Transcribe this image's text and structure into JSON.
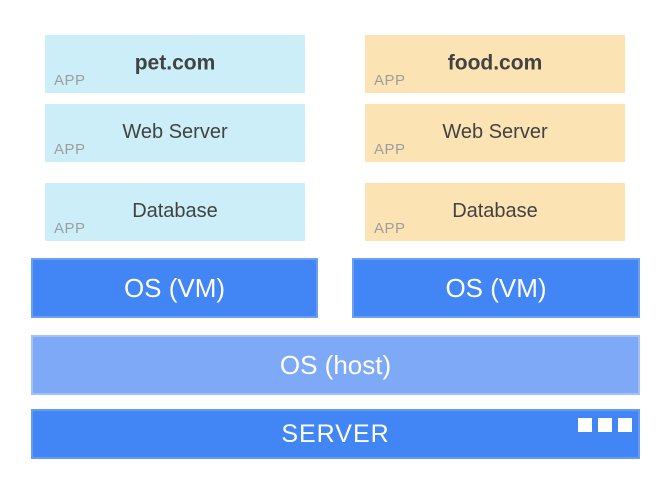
{
  "colors": {
    "app_blue_bg": "#cbeef8",
    "app_orange_bg": "#fce3b4",
    "vm_blue": "#4285f4",
    "host_blue": "#7da9f6",
    "app_tag_gray": "#9e9e9e",
    "app_text_dark": "#424242",
    "layer_text_white": "#ffffff"
  },
  "stacks": [
    {
      "id": "pet",
      "apps": [
        {
          "tag": "APP",
          "label": "pet.com"
        },
        {
          "tag": "APP",
          "label": "Web Server"
        },
        {
          "tag": "APP",
          "label": "Database"
        }
      ],
      "os_label": "OS (VM)"
    },
    {
      "id": "food",
      "apps": [
        {
          "tag": "APP",
          "label": "food.com"
        },
        {
          "tag": "APP",
          "label": "Web Server"
        },
        {
          "tag": "APP",
          "label": "Database"
        }
      ],
      "os_label": "OS (VM)"
    }
  ],
  "host": {
    "label": "OS (host)"
  },
  "server": {
    "label": "SERVER",
    "menu_dots": 3
  }
}
